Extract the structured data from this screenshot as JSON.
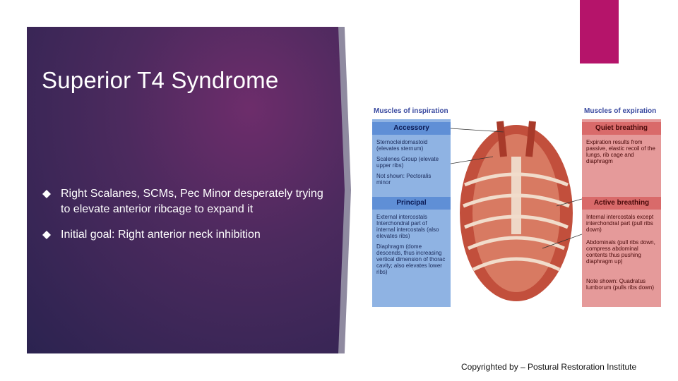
{
  "slide": {
    "title": "Superior T4 Syndrome",
    "bullets": [
      "Right Scalanes, SCMs, Pec Minor desperately trying to elevate anterior ribcage to expand it",
      "Initial goal: Right anterior neck inhibition"
    ],
    "caption": "Copyrighted by – Postural Restoration Institute"
  },
  "diagram": {
    "inspiration_header": "Muscles of inspiration",
    "expiration_header": "Muscles of expiration",
    "accessory": {
      "heading": "Accessory",
      "items": [
        "Sternocleidomastoid (elevates sternum)",
        "Scalenes Group (elevate upper ribs)",
        "Not shown: Pectoralis minor"
      ]
    },
    "principal": {
      "heading": "Principal",
      "items": [
        "External intercostals Interchondral part of internal intercostals (also elevates ribs)",
        "Diaphragm (dome descends, thus increasing vertical dimension of thorac cavity; also elevates lower ribs)"
      ]
    },
    "quiet": {
      "heading": "Quiet breathing",
      "items": [
        "Expiration results from passive, elastic recoil of the lungs, rib cage and diaphragm"
      ]
    },
    "active": {
      "heading": "Active breathing",
      "items": [
        "Internal intercostals except interchondral part (pull ribs down)",
        "Abdominals (pull ribs down, compress abdominal contents thus pushing diaphragm up)",
        "Note shown: Quadratus lumborum (pulls ribs down)"
      ]
    }
  },
  "colors": {
    "accent": "#b5146a",
    "panel": "#4c2a5e"
  }
}
